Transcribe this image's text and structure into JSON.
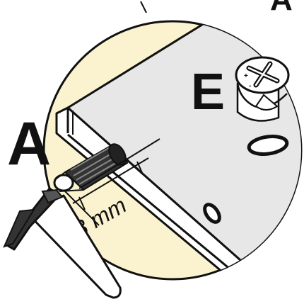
{
  "labels": {
    "top_right": "A",
    "dowel_part": "A",
    "cam_part": "E",
    "dimension": "8 mm"
  },
  "colors": {
    "circle_fill": "#fbf3cf",
    "board_face": "#e7e7e7",
    "board_edge": "#ffffff",
    "ink": "#111111"
  },
  "icons": {
    "dowel": "dowel-icon",
    "hammer": "hammer-icon",
    "cam_lock": "cam-lock-icon",
    "hole": "hole-icon"
  }
}
